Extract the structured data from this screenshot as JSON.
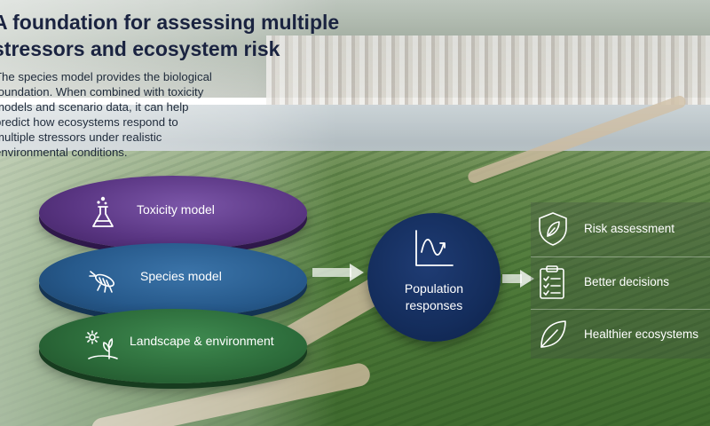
{
  "header": {
    "title_line1": "A foundation for assessing multiple",
    "title_line2": "stressors and ecosystem risk",
    "description_line1": "The species model provides the biological",
    "description_line2": "foundation. When combined with toxicity",
    "description_line3": "models and scenario data, it can help",
    "description_line4": "predict how ecosystems respond to",
    "description_line5": "multiple stressors under realistic",
    "description_line6": "environmental conditions."
  },
  "models": [
    {
      "label": "Toxicity model",
      "icon": "flask-icon",
      "color": "#5a3683"
    },
    {
      "label": "Species model",
      "icon": "insect-icon",
      "color": "#275a8c"
    },
    {
      "label": "Landscape & environment",
      "icon": "plant-icon",
      "color": "#2c6b3a"
    }
  ],
  "center": {
    "label_line1": "Population",
    "label_line2": "responses",
    "icon": "line-graph-icon",
    "color": "#142d5c"
  },
  "outcomes": [
    {
      "label": "Risk assessment",
      "icon": "shield-leaf-icon"
    },
    {
      "label": "Better decisions",
      "icon": "clipboard-icon"
    },
    {
      "label": "Healthier ecosystems",
      "icon": "leaf-icon"
    }
  ]
}
